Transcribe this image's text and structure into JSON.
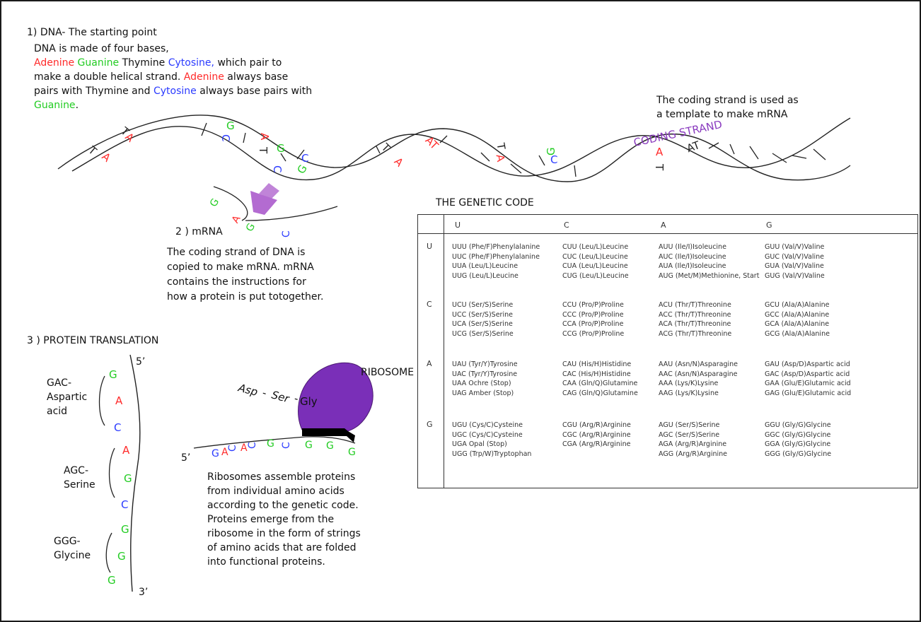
{
  "section1": {
    "title": "1) DNA- The starting point",
    "para": {
      "line1": "DNA is made of four bases,",
      "adenine": "Adenine",
      "guanine": "Guanine",
      "thymine": "Thymine",
      "cytosine": "Cytosine,",
      "l2_rest": "which pair to",
      "l3_a": "make a double helical strand.",
      "adenine2": "Adenine",
      "l3_b": "always base",
      "l4_a": "pairs with Thymine and",
      "cytosine2": "Cytosine",
      "l4_b": "always base pairs with",
      "guanine2": "Guanine",
      "period": "."
    },
    "coding_note": [
      "The coding strand is used as",
      "a template to make mRNA"
    ],
    "coding_strand_label": "CODING STRAND"
  },
  "section2": {
    "title": "2 ) mRNA",
    "text": [
      "The coding strand of DNA is",
      "copied to make mRNA. mRNA",
      "contains the instructions for",
      "how a protein is put totogether."
    ]
  },
  "section3": {
    "title": "3 ) PROTEIN TRANSLATION",
    "labels": {
      "five_prime": "5’",
      "three_prime": "3’",
      "gac": [
        "GAC-",
        "Aspartic",
        "acid"
      ],
      "agc": [
        "AGC-",
        "Serine"
      ],
      "ggg": [
        "GGG-",
        "Glycine"
      ]
    },
    "ribosome_label": "RIBOSOME",
    "chain": {
      "asp": "Asp",
      "dash1": "-",
      "ser": "Ser",
      "dash2": "-",
      "gly": "Gly"
    },
    "mrna_five": "5’",
    "text": [
      "Ribosomes assemble proteins",
      "from individual amino acids",
      "according to the genetic code.",
      "Proteins emerge from the",
      "ribosome in the form of strings",
      "of amino acids that are folded",
      "into functional proteins."
    ]
  },
  "bases": {
    "A": "A",
    "T": "T",
    "G": "G",
    "C": "C",
    "AT": "AT",
    "GC": "GC"
  },
  "colors": {
    "adenine": "#ff2a2a",
    "guanine": "#22cc22",
    "cytosine": "#2b3bff",
    "coding_strand": "#8a3bbf",
    "ribosome": "#7a2fb8",
    "arrow": "#b36bd1"
  },
  "genetic_code": {
    "title": "THE GENETIC CODE",
    "columns": [
      "U",
      "C",
      "A",
      "G"
    ],
    "rows": [
      {
        "label": "U",
        "cells": [
          [
            "UUU (Phe/F)Phenylalanine",
            "UUC (Phe/F)Phenylalanine",
            "UUA (Leu/L)Leucine",
            "UUG (Leu/L)Leucine"
          ],
          [
            "CUU (Leu/L)Leucine",
            "CUC (Leu/L)Leucine",
            "CUA (Leu/L)Leucine",
            "CUG (Leu/L)Leucine"
          ],
          [
            "AUU (Ile/I)Isoleucine",
            "AUC (Ile/I)Isoleucine",
            "AUA (Ile/I)Isoleucine",
            "AUG (Met/M)Methionine, Start"
          ],
          [
            "GUU (Val/V)Valine",
            "GUC (Val/V)Valine",
            "GUA (Val/V)Valine",
            "GUG (Val/V)Valine"
          ]
        ]
      },
      {
        "label": "C",
        "cells": [
          [
            "UCU (Ser/S)Serine",
            "UCC (Ser/S)Serine",
            "UCA (Ser/S)Serine",
            "UCG (Ser/S)Serine"
          ],
          [
            "CCU (Pro/P)Proline",
            "CCC (Pro/P)Proline",
            "CCA (Pro/P)Proline",
            "CCG (Pro/P)Proline"
          ],
          [
            "ACU (Thr/T)Threonine",
            "ACC (Thr/T)Threonine",
            "ACA (Thr/T)Threonine",
            "ACG (Thr/T)Threonine"
          ],
          [
            "GCU (Ala/A)Alanine",
            "GCC (Ala/A)Alanine",
            "GCA (Ala/A)Alanine",
            "GCG (Ala/A)Alanine"
          ]
        ]
      },
      {
        "label": "A",
        "cells": [
          [
            "UAU (Tyr/Y)Tyrosine",
            "UAC (Tyr/Y)Tyrosine",
            "UAA Ochre (Stop)",
            "UAG Amber (Stop)"
          ],
          [
            "CAU (His/H)Histidine",
            "CAC (His/H)Histidine",
            "CAA (Gln/Q)Glutamine",
            "CAG (Gln/Q)Glutamine"
          ],
          [
            "AAU (Asn/N)Asparagine",
            "AAC (Asn/N)Asparagine",
            "AAA (Lys/K)Lysine",
            "AAG (Lys/K)Lysine"
          ],
          [
            "GAU (Asp/D)Aspartic acid",
            "GAC (Asp/D)Aspartic acid",
            "GAA (Glu/E)Glutamic acid",
            "GAG (Glu/E)Glutamic acid"
          ]
        ]
      },
      {
        "label": "G",
        "cells": [
          [
            "UGU (Cys/C)Cysteine",
            "UGC (Cys/C)Cysteine",
            "UGA Opal (Stop)",
            "UGG (Trp/W)Tryptophan"
          ],
          [
            "CGU (Arg/R)Arginine",
            "CGC (Arg/R)Arginine",
            "CGA (Arg/R)Arginine"
          ],
          [
            "AGU (Ser/S)Serine",
            "AGC (Ser/S)Serine",
            "AGA (Arg/R)Arginine",
            "AGG (Arg/R)Arginine"
          ],
          [
            "GGU (Gly/G)Glycine",
            "GGC (Gly/G)Glycine",
            "GGA (Gly/G)Glycine",
            "GGG (Gly/G)Glycine"
          ]
        ]
      }
    ]
  }
}
